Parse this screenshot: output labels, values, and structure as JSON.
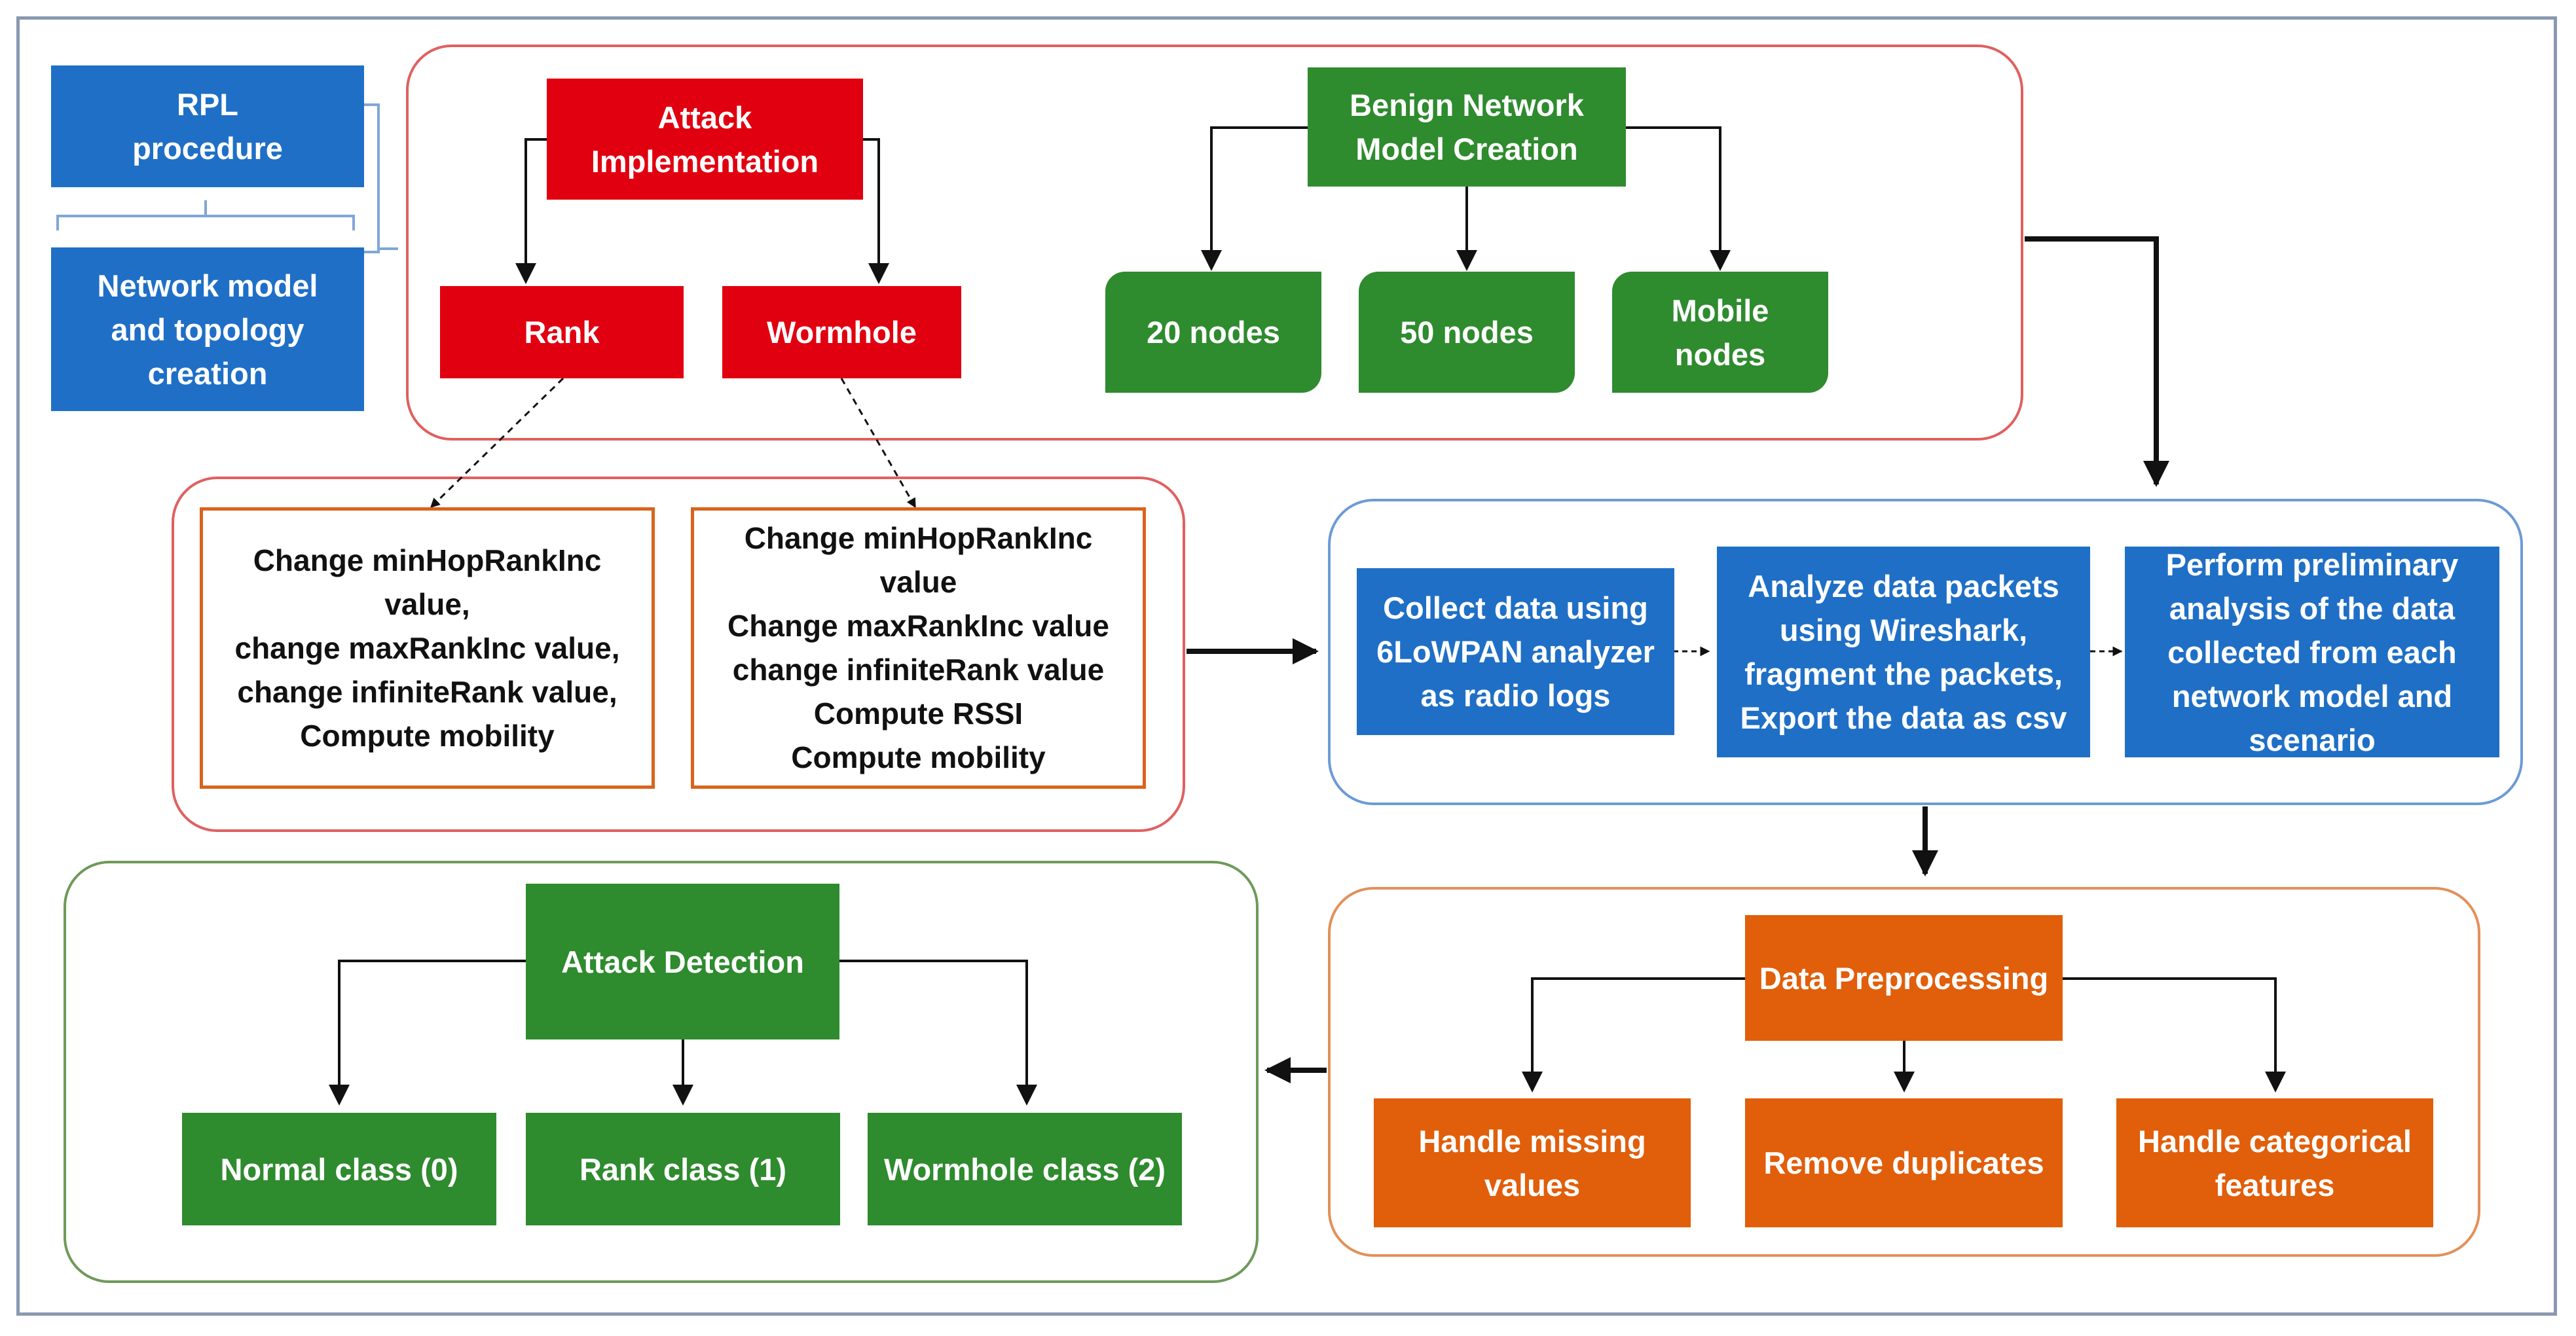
{
  "colors": {
    "attack": "#e00010",
    "benign": "#2e8b2e",
    "collection": "#1f6fc6",
    "preprocessing": "#e15e0b",
    "frame": "#8a98b0"
  },
  "sidebar": {
    "rpl": "RPL\nprocedure",
    "network_model": "Network model\nand topology\ncreation"
  },
  "attack": {
    "title": "Attack\nImplementation",
    "rank": "Rank",
    "wormhole": "Wormhole",
    "rank_details": "Change minHopRankInc\nvalue,\nchange maxRankInc value,\nchange infiniteRank value,\nCompute mobility",
    "wormhole_details": "Change minHopRankInc\nvalue\nChange maxRankInc value\nchange infiniteRank value\nCompute RSSI\nCompute mobility"
  },
  "benign": {
    "title": "Benign Network\nModel Creation",
    "nodes": [
      "20 nodes",
      "50 nodes",
      "Mobile\nnodes"
    ]
  },
  "collection": {
    "collect": "Collect data using\n6LoWPAN analyzer\nas radio logs",
    "analyze": "Analyze data packets\nusing Wireshark,\nfragment the packets,\nExport the data as csv",
    "perform": "Perform preliminary\nanalysis of the data\ncollected from each\nnetwork model and\nscenario"
  },
  "preprocessing": {
    "title": "Data Preprocessing",
    "steps": [
      "Handle missing\nvalues",
      "Remove duplicates",
      "Handle categorical\nfeatures"
    ]
  },
  "detection": {
    "title": "Attack Detection",
    "classes": [
      "Normal class (0)",
      "Rank class (1)",
      "Wormhole class (2)"
    ]
  }
}
